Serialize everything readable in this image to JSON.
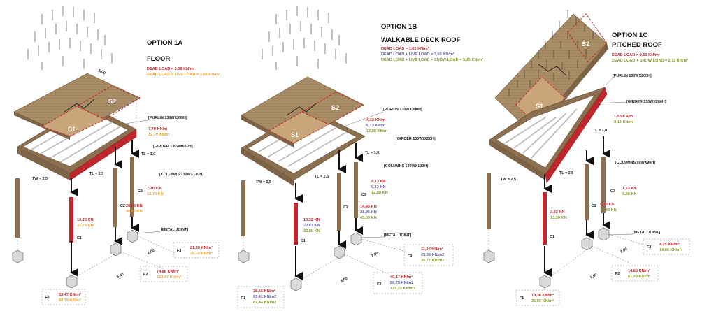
{
  "colors": {
    "deck": "#a88c66",
    "deck_dark": "#7d6446",
    "frame": "#8b6f4e",
    "girder": "#c0272d",
    "dead": "#c0272d",
    "live": "#e8a23a",
    "blue": "#5b5fa6",
    "green": "#8a9a2b"
  },
  "option1a": {
    "title": "OPTION 1A",
    "subtitle": "FLOOR",
    "dead_load": "DEAD LOAD = 3,08 KN/m²",
    "dead_live_load": "DEAD LOAD + LIVE LOAD = 5,08 KN/m²",
    "span": "5,00",
    "s1": "S1",
    "s2": "S2",
    "purlin": "[PURLIN 130WX390H]",
    "purlin_v1": "7,70 KN/m",
    "purlin_v2": "12,70 KN/m",
    "girder": "[GIRDER 130WX650H]",
    "tl_eq": "TL = 1,0",
    "tw": "TW = 2,5",
    "tl": "TL = 2,5",
    "columns": "[COLUMNS 130WX130H]",
    "c3": "C3",
    "c3_v1": "7,70 KN",
    "c3_v2": "12,70 KN",
    "c2": "C2",
    "c2_v1": "28,95 KN",
    "c2_v2": "48,85 KN",
    "c1": "C1",
    "c1_v1": "19,25 KN",
    "c1_v2": "31,75 KN",
    "metal_joint": "[METAL JOINT]",
    "dim1": "2,00",
    "dim2": "5,00",
    "f3": "F3",
    "f3_v1": "21,39 KN/m²",
    "f3_v2": "35,28 KN/m²",
    "f2": "F2",
    "f2_v1": "74,86 KN/m²",
    "f2_v2": "123,47 KN/m²",
    "f1": "F1",
    "f1_v1": "53,47 KN/m²",
    "f1_v2": "88,19 KN/m²"
  },
  "option1b": {
    "title": "OPTION 1B",
    "subtitle": "WALKABLE DECK ROOF",
    "dead_load": "DEAD LOAD = 1,65 KN/m²",
    "dead_live_load": "DEAD LOAD + LIVE LOAD = 3,65 KN/m²",
    "dead_live_snow": "DEAD LOAD + LIVE LOAD + SNOW LOAD = 5,15 KN/m²",
    "s1": "S1",
    "s2": "S2",
    "purlin": "[PURLIN 130WX390H]",
    "purlin_v1": "4,13 KN/m",
    "purlin_v2": "9,13 KN/m",
    "purlin_v3": "12,88 KN/m",
    "girder": "[GIRDER 130WX650H]",
    "tl_eq": "TL = 1,0",
    "tw": "TW = 2,5",
    "tl": "TL = 2,5",
    "columns": "[COLUMNS 130WX130H]",
    "c3": "C3",
    "c3_v1": "4,13 KN",
    "c3_v2": "9,13 KN",
    "c3_v3": "12,88 KN",
    "c2": "C2",
    "c2_v1": "14,46 KN",
    "c2_v2": "31,95 KN",
    "c2_v3": "45,08 KN",
    "c1": "C1",
    "c1_v1": "10,32 KN",
    "c1_v2": "22,83 KN",
    "c1_v3": "32,20 KN",
    "metal_joint": "[METAL JOINT]",
    "dim1": "2,00",
    "dim2": "5,00",
    "f3": "F3",
    "f3_v1": "11,47 KN/m²",
    "f3_v2": "25,36 KN/m2",
    "f3_v3": "35,77 KN/m2",
    "f2": "F2",
    "f2_v1": "40,17 KN/m²",
    "f2_v2": "88,75 KN/m2",
    "f2_v3": "125,22 KN/m2",
    "f1": "F1",
    "f1_v1": "28,66 KN/m²",
    "f1_v2": "63,41 KN/m2",
    "f1_v3": "89,44 KN/m2"
  },
  "option1c": {
    "title": "OPTION 1C",
    "subtitle": "PITCHED ROOF",
    "dead_load": "DEAD LOAD = 0,61 KN/m²",
    "dead_snow_load": "DEAD LOAD + SNOW LOAD = 2,11 KN/m²",
    "s1": "S1",
    "s2": "S2",
    "purlin": "[PURLIN 130WX200H]",
    "girder": "[GIRDER 130WX260H]",
    "purlin_v1": "1,53 KN/m",
    "purlin_v2": "9,13 KN/m",
    "tl_eq": "TL = 1,0",
    "tw": "TW = 2,5",
    "tl": "TL = 2,5",
    "columns": "[COLUMNS 90WX90H]",
    "c3": "C3",
    "c3_v1": "1,53 KN",
    "c3_v2": "5,28 KN",
    "c2": "C2",
    "c2_v1": "5,36 KN",
    "c2_v2": "18,48 KN",
    "c1": "C1",
    "c1_v1": "3,83 KN",
    "c1_v2": "13,20 KN",
    "metal_joint": "[METAL JOINT]",
    "dim1": "2,00",
    "dim2": "5,00",
    "f3": "F3",
    "f3_v1": "4,25 KN/m²",
    "f3_v2": "14,66 KN/m²",
    "f2": "F2",
    "f2_v1": "14,88 KN/m²",
    "f2_v2": "51,33 KN/m²",
    "f1": "F1",
    "f1_v1": "10,36 KN/m²",
    "f1_v2": "36,66 KN/m²"
  }
}
